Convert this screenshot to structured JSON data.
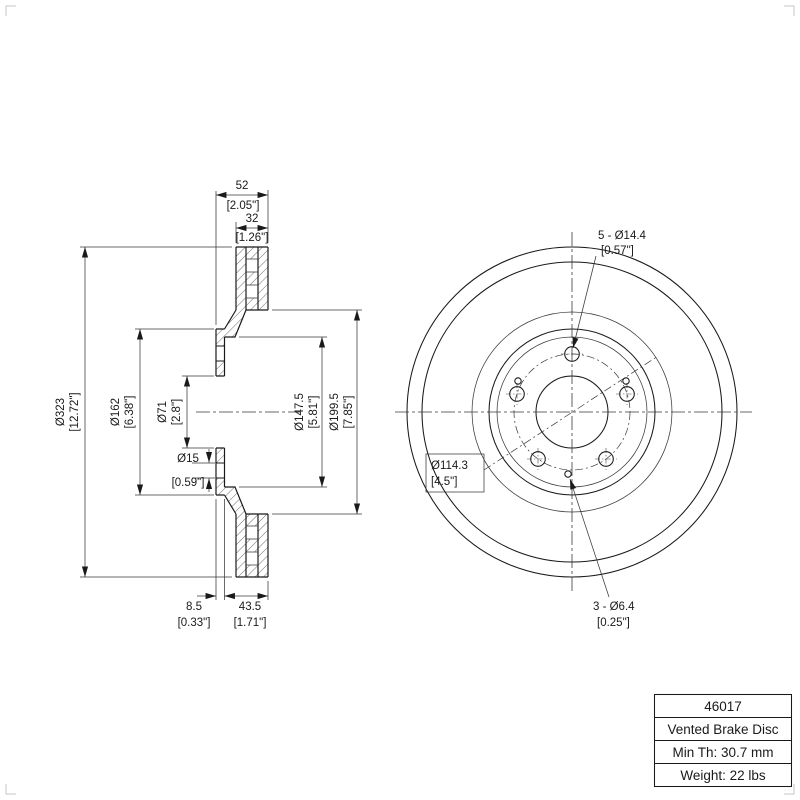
{
  "section_view": {
    "width_mm": "52",
    "width_in": "[2.05\"]",
    "thickness_mm": "32",
    "thickness_in": "[1.26\"]",
    "outer_dia_mm": "Ø323",
    "outer_dia_in": "[12.72\"]",
    "flange_dia_mm": "Ø162",
    "flange_dia_in": "[6.38\"]",
    "bore_dia_mm": "Ø71",
    "bore_dia_in": "[2.8\"]",
    "hole_dia_mm": "Ø15",
    "hole_dia_in": "[0.59\"]",
    "hat_dia_mm": "Ø147.5",
    "hat_dia_in": "[5.81\"]",
    "friction_dia_mm": "Ø199.5",
    "friction_dia_in": "[7.85\"]",
    "flange_th_mm": "8.5",
    "flange_th_in": "[0.33\"]",
    "hat_depth_mm": "43.5",
    "hat_depth_in": "[1.71\"]"
  },
  "front_view": {
    "lug_holes_mm": "5 - Ø14.4",
    "lug_holes_in": "[0.57\"]",
    "bolt_circle_mm": "Ø114.3",
    "bolt_circle_in": "[4.5\"]",
    "small_holes_mm": "3 - Ø6.4",
    "small_holes_in": "[0.25\"]"
  },
  "title_block": {
    "part_number": "46017",
    "description": "Vented Brake Disc",
    "min_thickness": "Min Th: 30.7 mm",
    "weight": "Weight: 22 lbs"
  }
}
